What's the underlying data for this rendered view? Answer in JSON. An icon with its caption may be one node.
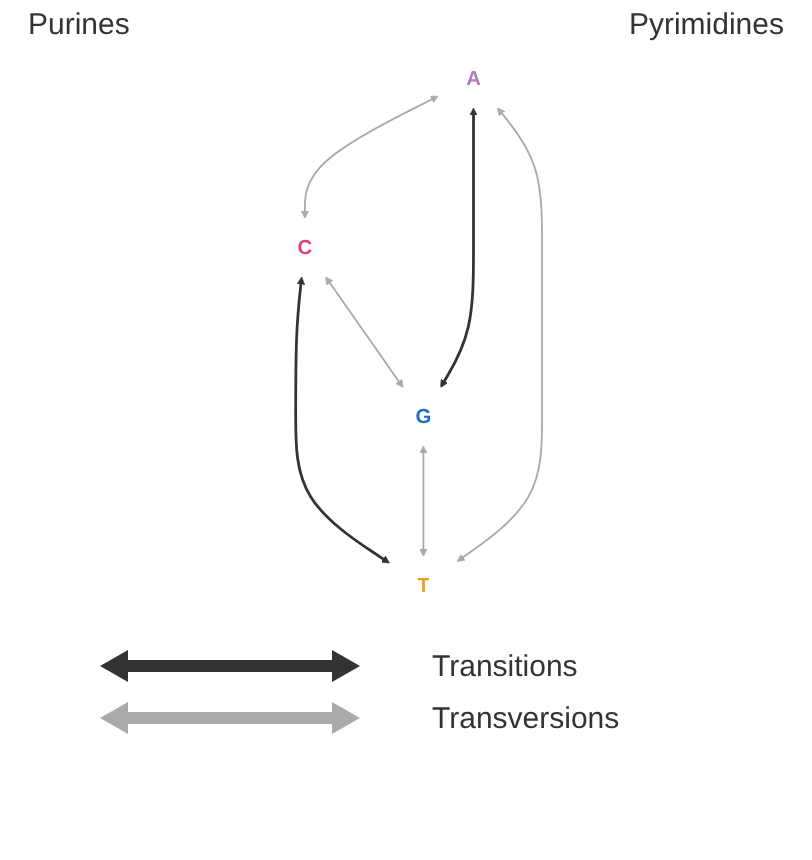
{
  "diagram": {
    "nodes": [
      {
        "text": [
          "A"
        ]
      },
      {
        "text": [
          "C"
        ]
      },
      {
        "text": [
          "G"
        ]
      },
      {
        "text": [
          "T"
        ]
      }
    ],
    "edges": [
      {
        "from": 0,
        "to": 1,
        "arrow": "both"
      },
      {
        "from": 0,
        "to": 2,
        "arrow": "both",
        "color": "#333333"
      },
      {
        "from": 1,
        "to": 3,
        "arrow": "both",
        "color": "#333333"
      },
      {
        "from": 2,
        "to": 3,
        "arrow": "both"
      },
      {
        "from": 0,
        "to": 3,
        "arrow": "both"
      },
      {
        "from": 1,
        "to": 2,
        "arrow": "both"
      }
    ],
    "labels": [
      "Purines",
      "Pyrimidines"
    ],
    "legend": [
      {
        "text": "Transitions"
      },
      {
        "text": "Transversions"
      }
    ]
  }
}
